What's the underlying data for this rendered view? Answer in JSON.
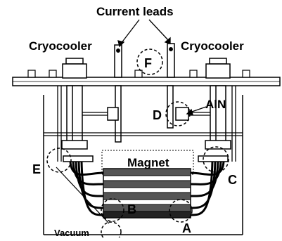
{
  "labels": {
    "current_leads": "Current leads",
    "cryocooler_left": "Cryocooler",
    "cryocooler_right": "Cryocooler",
    "magnet": "Magnet",
    "aln": "AlN",
    "vacuum": "Vacuum"
  },
  "markers": {
    "a": "A",
    "b": "B",
    "c": "C",
    "d": "D",
    "e": "E",
    "f": "F"
  }
}
